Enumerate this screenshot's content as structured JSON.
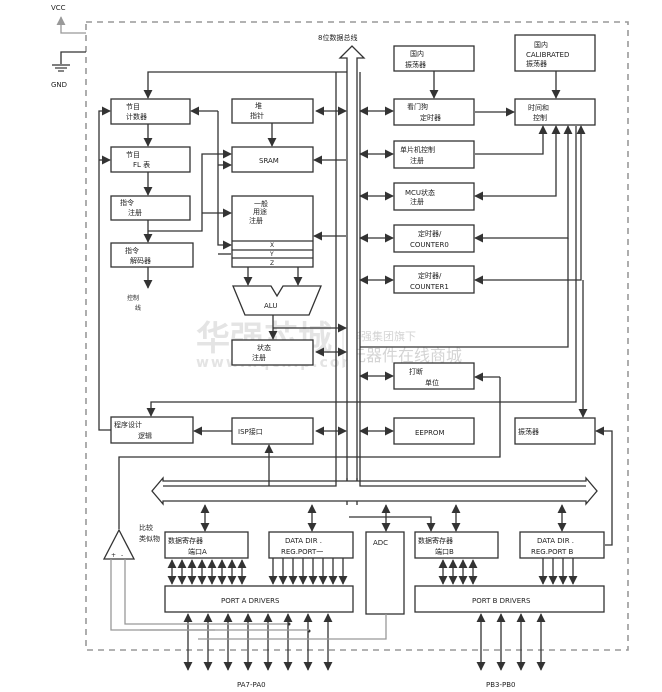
{
  "power": {
    "vcc": "VCC",
    "gnd": "GND"
  },
  "bus_label": "8位数据总线",
  "blocks": {
    "program_counter": [
      "节目",
      "计数器"
    ],
    "program_flash": [
      "节目",
      "FL 表"
    ],
    "instruction_register": [
      "指令",
      "注册"
    ],
    "instruction_decoder": [
      "指令",
      "解码器"
    ],
    "control_lines": [
      "控制",
      "线"
    ],
    "stack_pointer": [
      "堆",
      "指针"
    ],
    "sram": [
      "SRAM"
    ],
    "gp_registers": [
      "一般",
      "用途",
      "注册"
    ],
    "gp_register_rows": [
      "X",
      "Y",
      "Z"
    ],
    "alu": [
      "ALU"
    ],
    "status_register": [
      "状态",
      "注册"
    ],
    "programming_logic": [
      "程序设计",
      "逻辑"
    ],
    "isp_interface": [
      "ISP接口"
    ],
    "internal_oscillator": [
      "国内",
      "振荡器"
    ],
    "watchdog_timer": [
      "看门狗",
      "定时器"
    ],
    "mcu_control_register": [
      "单片机控制",
      "注册"
    ],
    "mcu_status_register": [
      "MCU状态",
      "注册"
    ],
    "timer_counter0": [
      "定时器/",
      "COUNTER0"
    ],
    "timer_counter1": [
      "定时器/",
      "COUNTER1"
    ],
    "interrupt_unit": [
      "打断",
      "单位"
    ],
    "eeprom": [
      "EEPROM"
    ],
    "calibrated_oscillator": [
      "国内",
      "CALIBRATED",
      "振荡器"
    ],
    "timing_control": [
      "时间和",
      "控制"
    ],
    "oscillator": [
      "振荡器"
    ],
    "comparator_label": [
      "比较",
      "类似物"
    ],
    "data_register_a": [
      "数据寄存器",
      "端口A"
    ],
    "data_dir_a": [
      "DATA DIR .",
      "REG.PORT一"
    ],
    "adc": [
      "ADC"
    ],
    "data_register_b": [
      "数据寄存器",
      "端口B"
    ],
    "data_dir_b": [
      "DATA DIR .",
      "REG.PORT B"
    ],
    "port_a_drivers": [
      "PORT A DRIVERS"
    ],
    "port_b_drivers": [
      "PORT B DRIVERS"
    ]
  },
  "pins": {
    "port_a": "PA7-PA0",
    "port_b": "PB3-PB0"
  },
  "watermark": {
    "brand": "华强芯城",
    "url": "www.hqchip.com",
    "line1": "华强集团旗下",
    "line2": "元器件在线商城"
  }
}
